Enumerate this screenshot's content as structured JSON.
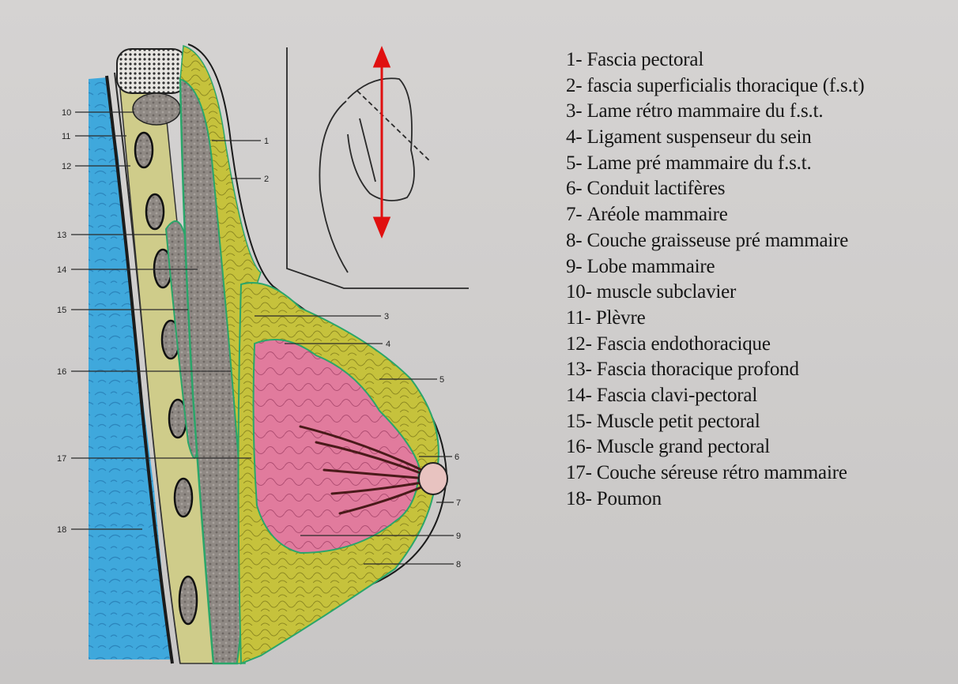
{
  "diagram": {
    "callouts": [
      {
        "id": "1",
        "label": "1"
      },
      {
        "id": "2",
        "label": "2"
      },
      {
        "id": "3",
        "label": "3"
      },
      {
        "id": "4",
        "label": "4"
      },
      {
        "id": "5",
        "label": "5"
      },
      {
        "id": "6",
        "label": "6"
      },
      {
        "id": "7",
        "label": "7"
      },
      {
        "id": "8",
        "label": "8"
      },
      {
        "id": "9",
        "label": "9"
      },
      {
        "id": "10",
        "label": "10"
      },
      {
        "id": "11",
        "label": "11"
      },
      {
        "id": "12",
        "label": "12"
      },
      {
        "id": "13",
        "label": "13"
      },
      {
        "id": "14",
        "label": "14"
      },
      {
        "id": "15",
        "label": "15"
      },
      {
        "id": "16",
        "label": "16"
      },
      {
        "id": "17",
        "label": "17"
      },
      {
        "id": "18",
        "label": "18"
      }
    ],
    "colors": {
      "lung": "#3fa8dc",
      "fat": "#c8c43a",
      "gland": "#e07a9c",
      "muscle": "#8b8580",
      "fascia": "#2aa66a",
      "arrow": "#e01010"
    }
  },
  "legend": [
    {
      "num": "1-",
      "text": "Fascia pectoral"
    },
    {
      "num": "2-",
      "text": "fascia superficialis thoracique (f.s.t)"
    },
    {
      "num": "3-",
      "text": "Lame rétro mammaire du f.s.t."
    },
    {
      "num": "4-",
      "text": "Ligament suspenseur du sein"
    },
    {
      "num": "5-",
      "text": "Lame pré mammaire du f.s.t."
    },
    {
      "num": "6-",
      "text": "Conduit lactifères"
    },
    {
      "num": "7-",
      "text": "Aréole mammaire"
    },
    {
      "num": "8-",
      "text": "Couche graisseuse pré mammaire"
    },
    {
      "num": "9-",
      "text": "Lobe mammaire"
    },
    {
      "num": "10-",
      "text": "muscle subclavier"
    },
    {
      "num": "11-",
      "text": "Plèvre"
    },
    {
      "num": "12-",
      "text": "Fascia endothoracique"
    },
    {
      "num": "13-",
      "text": "Fascia thoracique profond"
    },
    {
      "num": "14-",
      "text": "Fascia clavi-pectoral"
    },
    {
      "num": "15-",
      "text": "Muscle petit pectoral"
    },
    {
      "num": "16-",
      "text": "Muscle grand pectoral"
    },
    {
      "num": "17-",
      "text": "Couche séreuse rétro mammaire"
    },
    {
      "num": "18-",
      "text": "Poumon"
    }
  ]
}
